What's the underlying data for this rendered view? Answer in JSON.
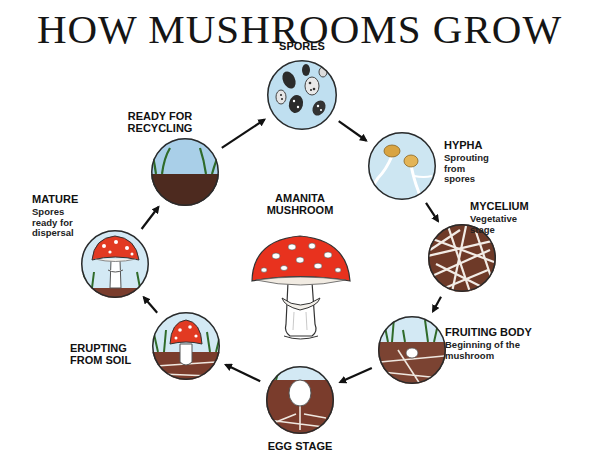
{
  "diagram": {
    "title": "HOW MUSHROOMS GROW",
    "nodes": [
      {
        "text": [
          "SPORES"
        ]
      },
      {
        "text": [
          "HYPHA",
          "Sprouting from spores"
        ]
      },
      {
        "text": [
          "MYCELIUM",
          "Vegetative stage"
        ]
      },
      {
        "text": [
          "FRUITING BODY",
          "Beginning of the mushroom"
        ]
      },
      {
        "text": [
          "EGG STAGE"
        ]
      },
      {
        "text": [
          "ERUPTING FROM SOIL"
        ]
      },
      {
        "text": [
          "MATURE",
          "Spores ready for dispersal"
        ]
      },
      {
        "text": [
          "READY FOR RECYCLING"
        ]
      }
    ],
    "edges": [
      {
        "from": 0,
        "to": 1,
        "arrow": "to"
      },
      {
        "from": 1,
        "to": 2,
        "arrow": "to"
      },
      {
        "from": 2,
        "to": 3,
        "arrow": "to"
      },
      {
        "from": 3,
        "to": 4,
        "arrow": "to"
      },
      {
        "from": 4,
        "to": 5,
        "arrow": "to"
      },
      {
        "from": 5,
        "to": 6,
        "arrow": "to"
      },
      {
        "from": 6,
        "to": 7,
        "arrow": "to"
      },
      {
        "from": 7,
        "to": 0,
        "arrow": "to"
      }
    ],
    "labels": [
      "AMANITA MUSHROOM"
    ]
  }
}
